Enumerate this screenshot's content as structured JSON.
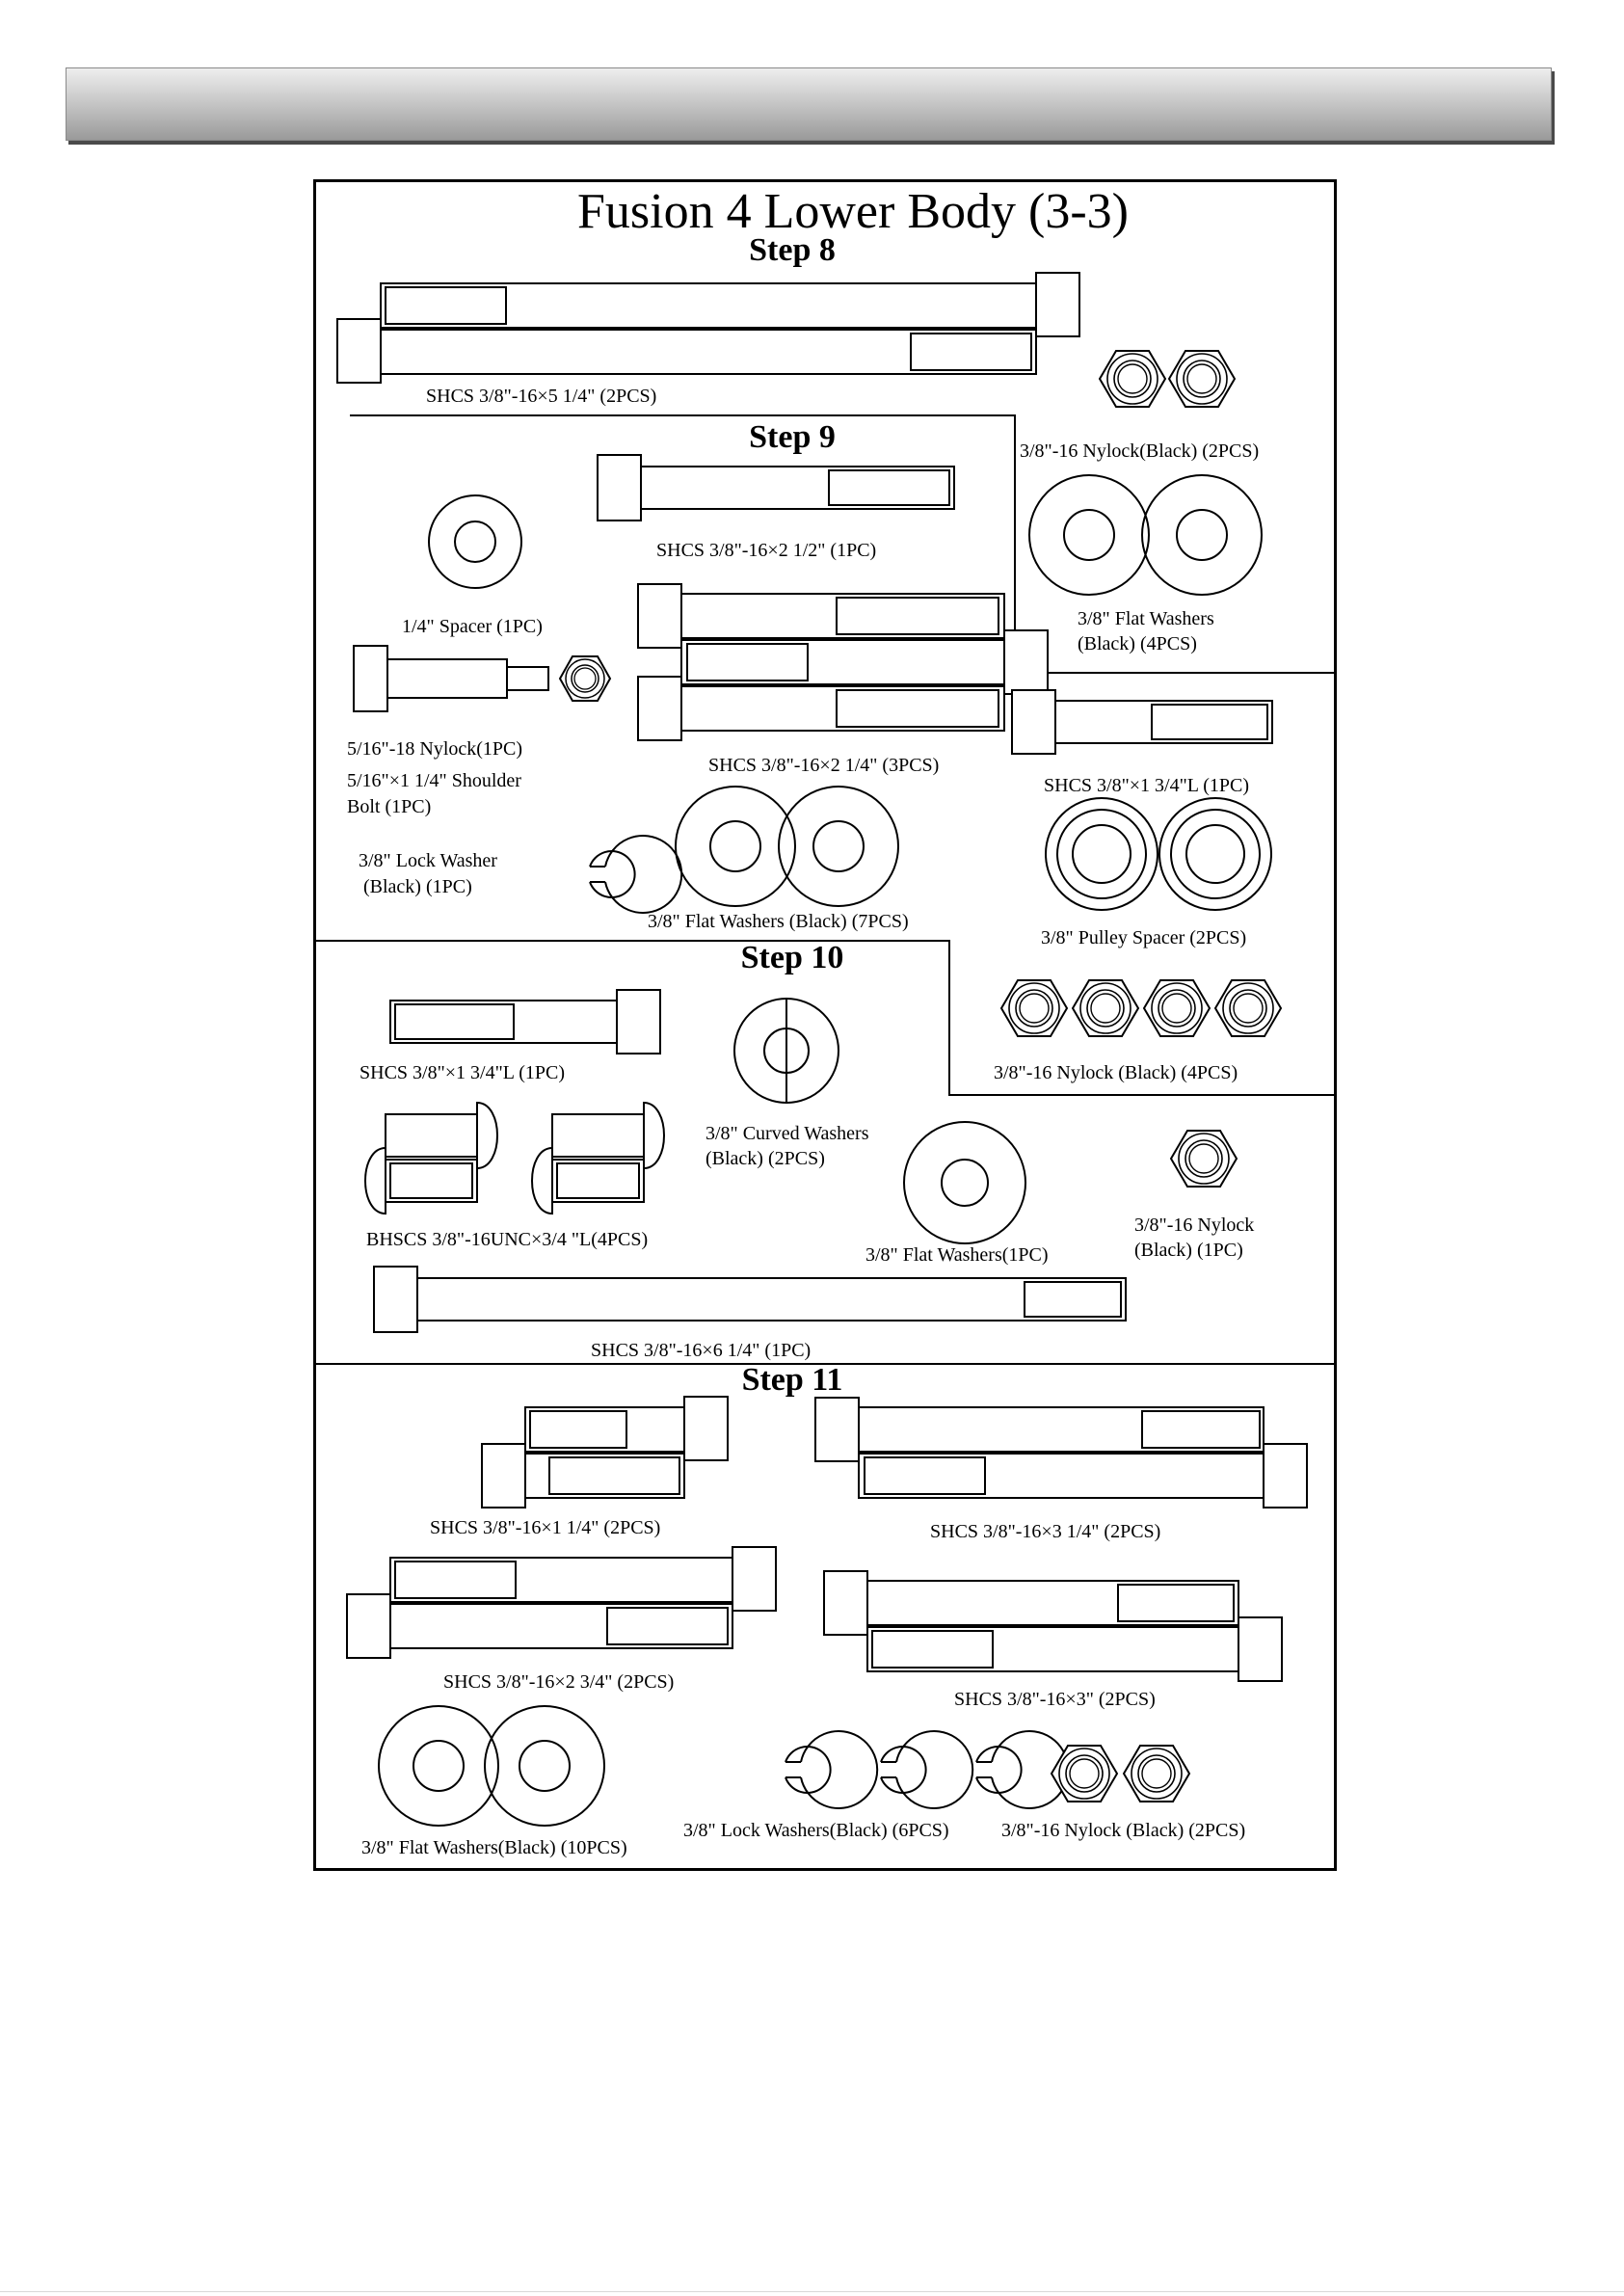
{
  "title": "Fusion 4 Lower Body (3-3)",
  "steps": {
    "step8": {
      "heading": "Step 8",
      "parts": {
        "bolt_5_1_4": "SHCS 3/8\"-16×5 1/4\" (2PCS)",
        "nylock_2pcs": "3/8\"-16 Nylock(Black) (2PCS)",
        "flat_washers_4pcs": [
          "3/8\" Flat Washers",
          "(Black) (4PCS)"
        ]
      }
    },
    "step9": {
      "heading": "Step 9",
      "parts": {
        "bolt_2_1_2": "SHCS 3/8\"-16×2 1/2\" (1PC)",
        "spacer": "1/4\" Spacer (1PC)",
        "bolt_2_1_4": "SHCS 3/8\"-16×2 1/4\"  (3PCS)",
        "bolt_1_3_4": "SHCS 3/8\"×1 3/4\"L (1PC)",
        "nylock_5_16": "5/16\"-18 Nylock(1PC)",
        "shoulder_bolt": [
          "5/16\"×1 1/4\" Shoulder",
          "Bolt (1PC)"
        ],
        "lock_washer": [
          "3/8\" Lock Washer",
          "(Black)  (1PC)"
        ],
        "flat_washers_7pcs": "3/8\" Flat Washers (Black) (7PCS)",
        "pulley_spacer": "3/8\" Pulley Spacer  (2PCS)",
        "nylock_4pcs": "3/8\"-16 Nylock (Black) (4PCS)"
      }
    },
    "step10": {
      "heading": "Step 10",
      "parts": {
        "bolt_1_3_4": "SHCS  3/8\"×1 3/4\"L (1PC)",
        "curved_washers": [
          "3/8\" Curved Washers",
          "(Black) (2PCS)"
        ],
        "bhscs": "BHSCS 3/8\"-16UNC×3/4 \"L(4PCS)",
        "flat_washer_1pc": "3/8\" Flat Washers(1PC)",
        "nylock_1pc": [
          "3/8\"-16 Nylock",
          "(Black) (1PC)"
        ],
        "bolt_6_1_4": "SHCS 3/8\"-16×6 1/4\" (1PC)"
      }
    },
    "step11": {
      "heading": "Step 11",
      "parts": {
        "bolt_1_1_4": "SHCS 3/8\"-16×1 1/4\"  (2PCS)",
        "bolt_3_1_4": "SHCS 3/8\"-16×3 1/4\" (2PCS)",
        "bolt_2_3_4": "SHCS 3/8\"-16×2 3/4\"  (2PCS)",
        "bolt_3": "SHCS 3/8\"-16×3\" (2PCS)",
        "flat_washers_10pcs": "3/8\" Flat Washers(Black) (10PCS)",
        "lock_washers_6pcs": "3/8\" Lock Washers(Black)  (6PCS)",
        "nylock_2pcs": "3/8\"-16 Nylock (Black) (2PCS)"
      }
    }
  }
}
